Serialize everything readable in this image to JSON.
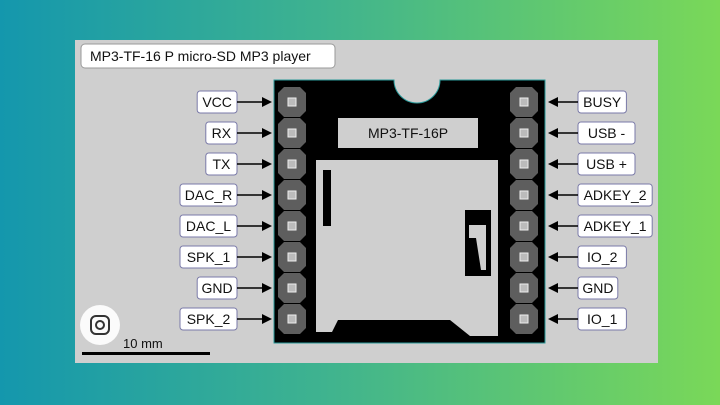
{
  "title": "MP3-TF-16 P micro-SD MP3 player",
  "chip_label": "MP3-TF-16P",
  "left_pins": [
    "VCC",
    "RX",
    "TX",
    "DAC_R",
    "DAC_L",
    "SPK_1",
    "GND",
    "SPK_2"
  ],
  "right_pins": [
    "BUSY",
    "USB -",
    "USB +",
    "ADKEY_2",
    "ADKEY_1",
    "IO_2",
    "GND",
    "IO_1"
  ],
  "scale_label": "10 mm",
  "lens_button": "visual-search",
  "colors": {
    "panel": "#cfcfcf",
    "board": "#000000",
    "pad": "#5e5e5e",
    "label_border": "#7a7aa8"
  }
}
